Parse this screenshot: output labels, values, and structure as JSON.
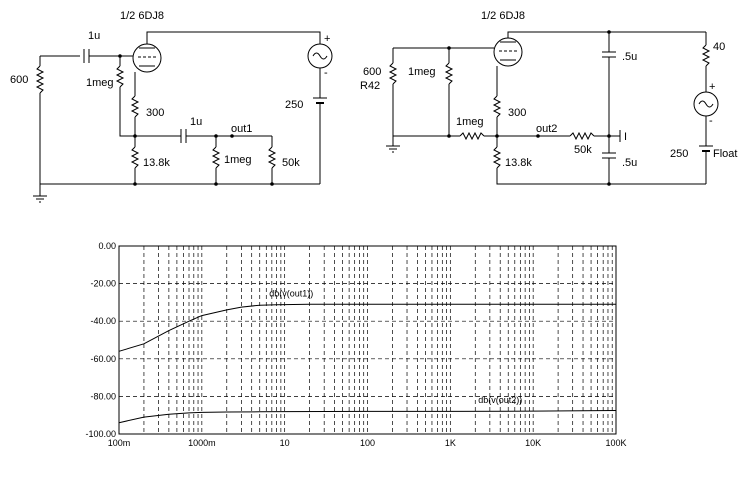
{
  "circuit1": {
    "tube_label": "1/2  6DJ8",
    "r_in": "600",
    "c_in": "1u",
    "r_grid": "1meg",
    "r_cathode": "300",
    "c_out": "1u",
    "out_node": "out1",
    "r_bias": "13.8k",
    "r_load1": "1meg",
    "r_load2": "50k",
    "supply": "250",
    "supply_plus": "+",
    "supply_minus": "-"
  },
  "circuit2": {
    "tube_label": "1/2  6DJ8",
    "r_in": "600",
    "r_in_name": "R42",
    "r_grid1": "1meg",
    "r_grid2": "1meg",
    "r_cathode": "300",
    "out_node": "out2",
    "r_bias": "13.8k",
    "r_series": "50k",
    "probe": "I",
    "c_top": ".5u",
    "c_bottom": ".5u",
    "r_supply": "40",
    "supply": "250",
    "supply_mode": "Float",
    "supply_plus": "+",
    "supply_minus": "-"
  },
  "chart_data": {
    "type": "line",
    "xscale": "log",
    "xlim": [
      0.1,
      100000
    ],
    "ylim": [
      -100,
      0
    ],
    "xticks": [
      "100m",
      "1000m",
      "10",
      "100",
      "1K",
      "10K",
      "100K"
    ],
    "yticks": [
      "0.00",
      "-20.00",
      "-40.00",
      "-60.00",
      "-80.00",
      "-100.00"
    ],
    "grid": true,
    "series": [
      {
        "name": "db(v(out1))",
        "x": [
          0.1,
          0.2,
          0.4,
          0.7,
          1,
          2,
          3,
          5,
          8,
          20,
          100,
          1000,
          10000,
          100000
        ],
        "y": [
          -56,
          -52,
          -45,
          -40,
          -37,
          -34,
          -32.5,
          -31.5,
          -31.2,
          -31,
          -31,
          -31,
          -31,
          -31
        ]
      },
      {
        "name": "db(v(out2))",
        "x": [
          0.1,
          0.2,
          0.4,
          0.7,
          1,
          2,
          5,
          10,
          100,
          1000,
          10000,
          100000
        ],
        "y": [
          -94,
          -91,
          -89.5,
          -88.8,
          -88.5,
          -88.3,
          -88.2,
          -88.1,
          -88,
          -88,
          -87.8,
          -87.5
        ]
      }
    ]
  }
}
